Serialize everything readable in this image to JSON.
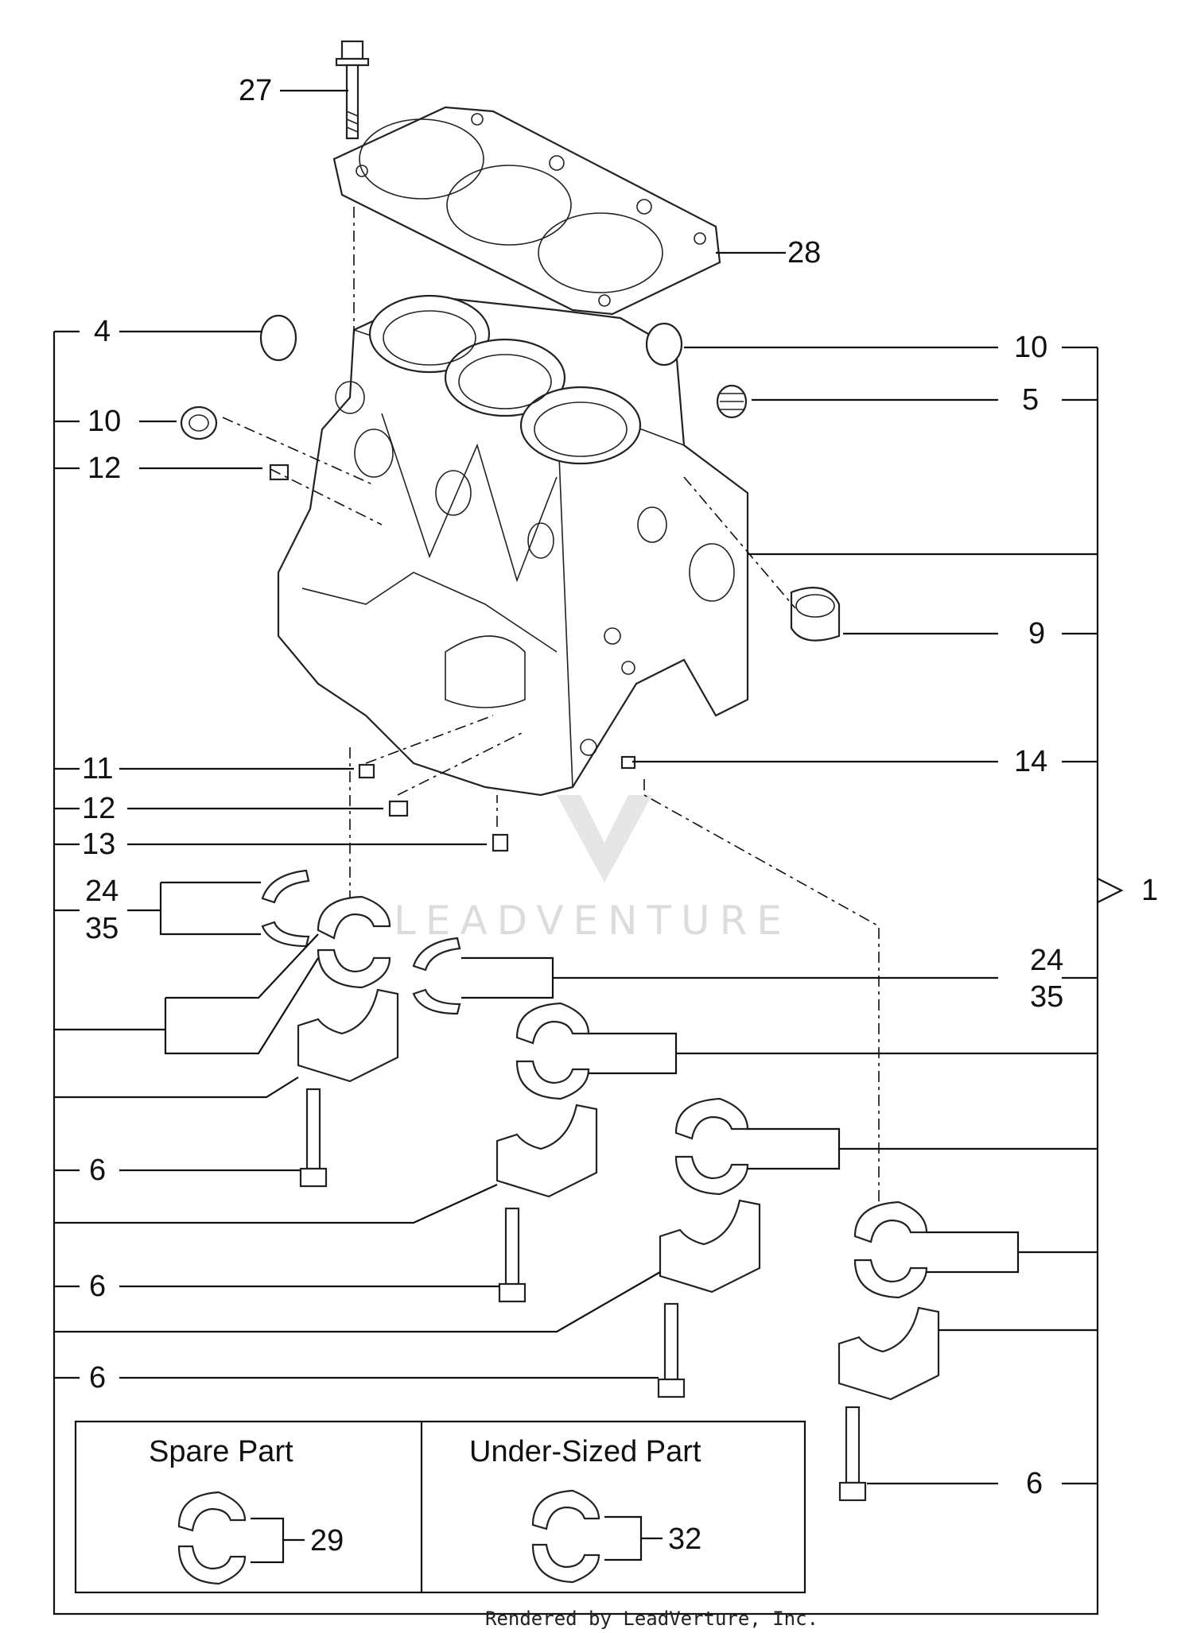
{
  "diagram": {
    "callouts": {
      "c27": "27",
      "c28": "28",
      "c4": "4",
      "c10a": "10",
      "c10b": "10",
      "c5": "5",
      "c12a": "12",
      "c9": "9",
      "c11": "11",
      "c12b": "12",
      "c13": "13",
      "c14": "14",
      "c1": "1",
      "c24a": "24",
      "c35a": "35",
      "c24b": "24",
      "c35b": "35",
      "c6a": "6",
      "c6b": "6",
      "c6c": "6",
      "c6d": "6",
      "c29": "29",
      "c32": "32"
    },
    "boxes": {
      "spare_title": "Spare  Part",
      "undersized_title": "Under-Sized  Part"
    },
    "watermark": "LEADVENTURE",
    "footer": "Rendered by LeadVerture, Inc."
  }
}
